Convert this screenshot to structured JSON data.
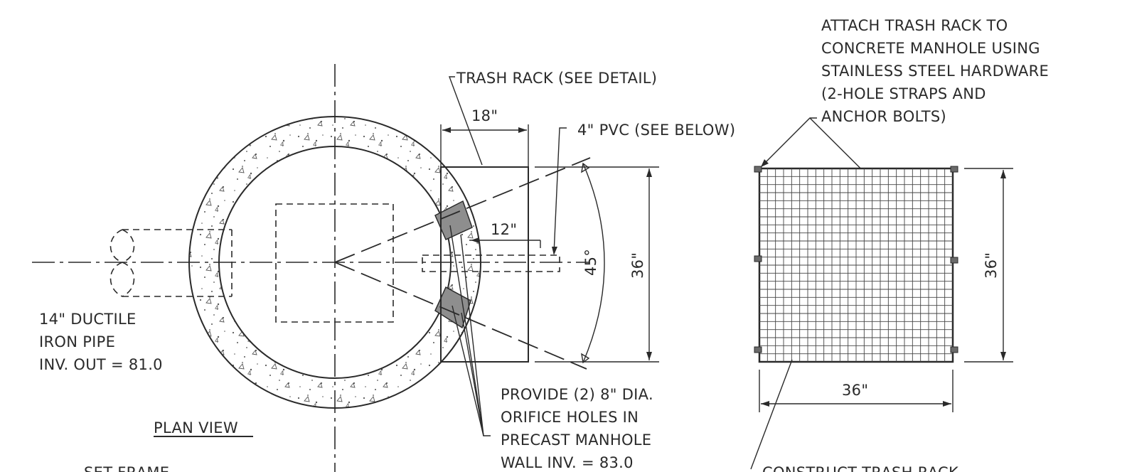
{
  "plan_view": {
    "title": "PLAN VIEW",
    "pipe_label": [
      "14\" DUCTILE",
      "IRON PIPE",
      "INV. OUT = 81.0"
    ],
    "trash_rack_label": "TRASH RACK (SEE DETAIL)",
    "pvc_label": "4\" PVC (SEE BELOW)",
    "dim_18": "18\"",
    "dim_12": "12\"",
    "dim_36": "36\"",
    "angle_45": "45°",
    "orifice_label": [
      "PROVIDE (2) 8\" DIA.",
      "ORIFICE HOLES IN",
      "PRECAST MANHOLE",
      "WALL INV. = 83.0"
    ],
    "frame_label": "SET FRAME"
  },
  "trash_rack_detail": {
    "attach_note": [
      "ATTACH TRASH RACK TO",
      "CONCRETE MANHOLE USING",
      "STAINLESS STEEL HARDWARE",
      "(2-HOLE STRAPS AND",
      "ANCHOR BOLTS)"
    ],
    "dim_width": "36\"",
    "dim_height": "36\"",
    "construct_label": "CONSTRUCT TRASH RACK"
  }
}
